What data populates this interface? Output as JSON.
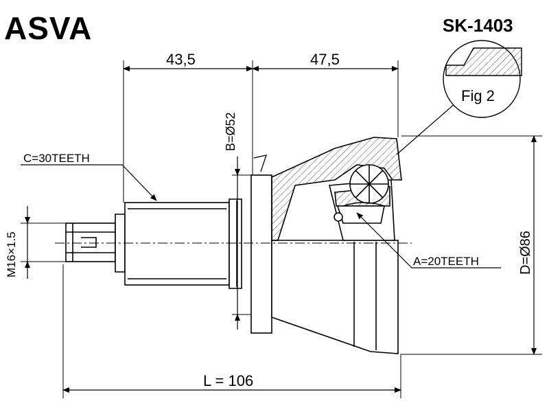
{
  "brand": "ASVA",
  "part_number": "SK-1403",
  "fig_label": "Fig 2",
  "dimensions": {
    "outer_length_1": "43,5",
    "outer_length_2": "47,5",
    "total_length": "L = 106",
    "diameter_b": "B=Ø52",
    "diameter_d": "D=Ø86",
    "thread": "M16×1.5",
    "teeth_c": "C=30TEETH",
    "teeth_a": "A=20TEETH"
  }
}
